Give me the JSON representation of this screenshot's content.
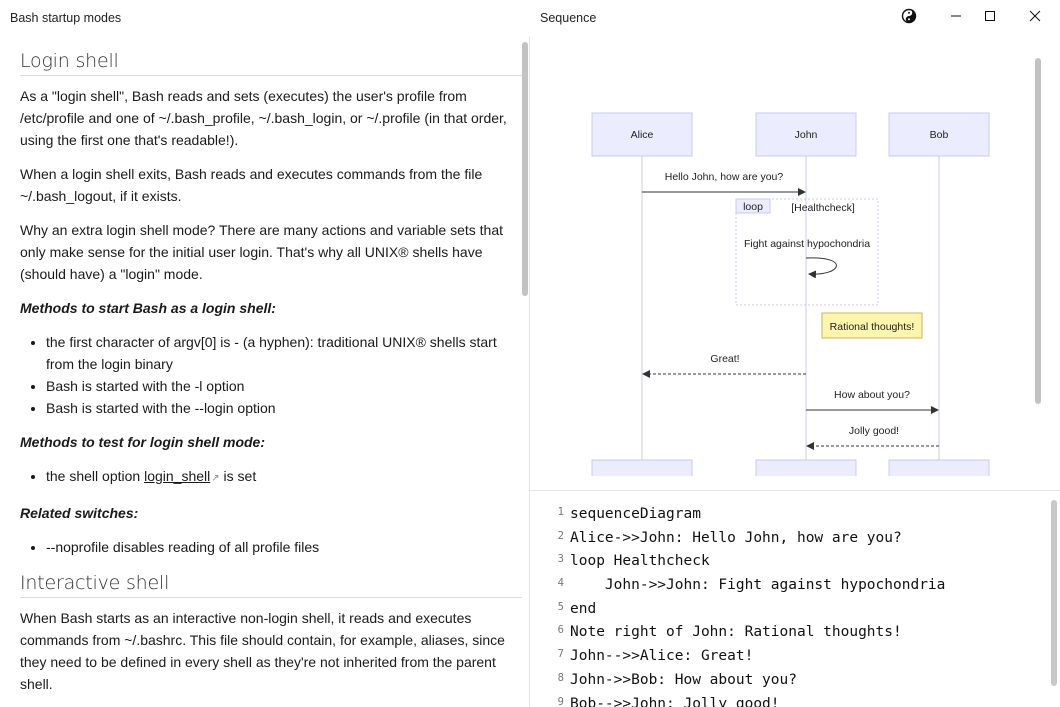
{
  "left_pane": {
    "title": "Bash startup modes",
    "sections": {
      "login": {
        "heading": "Login shell",
        "p1": "As a \"login shell\", Bash reads and sets (executes) the user's profile from /etc/profile and one of ~/.bash_profile, ~/.bash_login, or ~/.profile (in that order, using the first one that's readable!).",
        "p2": "When a login shell exits, Bash reads and executes commands from the file ~/.bash_logout, if it exists.",
        "p3": "Why an extra login shell mode? There are many actions and variable sets that only make sense for the initial user login. That's why all UNIX® shells have (should have) a \"login\" mode.",
        "methods_start_heading": "Methods to start Bash as a login shell:",
        "methods_start": [
          "the first character of argv[0] is - (a hyphen): traditional UNIX® shells start from the login binary",
          "Bash is started with the -l option",
          "Bash is started with the --login option"
        ],
        "methods_test_heading": "Methods to test for login shell mode:",
        "methods_test_prefix": "the shell option ",
        "methods_test_link": "login_shell",
        "methods_test_suffix": " is set",
        "related_heading": "Related switches:",
        "related": [
          "--noprofile disables reading of all profile files"
        ]
      },
      "interactive": {
        "heading": "Interactive shell",
        "p1": "When Bash starts as an interactive non-login shell, it reads and executes commands from ~/.bashrc. This file should contain, for example, aliases, since they need to be defined in every shell as they're not inherited from the parent shell."
      }
    }
  },
  "right_pane": {
    "title": "Sequence",
    "window_controls": {
      "theme_icon": "yin-yang-icon",
      "minimize": "minimize-icon",
      "maximize": "maximize-icon",
      "close": "close-icon"
    },
    "diagram": {
      "actors": [
        "Alice",
        "John",
        "Bob"
      ],
      "messages": {
        "m1": "Hello John, how are you?",
        "loop_keyword": "loop",
        "loop_label": "[Healthcheck]",
        "self": "Fight against hypochondria",
        "note": "Rational thoughts!",
        "m2": "Great!",
        "m3": "How about you?",
        "m4": "Jolly good!"
      },
      "colors": {
        "actor_fill": "#ececff",
        "actor_border": "#c9c9f5",
        "note_fill": "#fff5ad",
        "note_border": "#c7b55a"
      }
    },
    "code_lines": [
      {
        "n": "1",
        "text": "sequenceDiagram"
      },
      {
        "n": "2",
        "text": "Alice->>John: Hello John, how are you?"
      },
      {
        "n": "3",
        "text": "loop Healthcheck"
      },
      {
        "n": "4",
        "text": "    John->>John: Fight against hypochondria"
      },
      {
        "n": "5",
        "text": "end"
      },
      {
        "n": "6",
        "text": "Note right of John: Rational thoughts!"
      },
      {
        "n": "7",
        "text": "John-->>Alice: Great!"
      },
      {
        "n": "8",
        "text": "John->>Bob: How about you?"
      },
      {
        "n": "9",
        "text": "Bob-->>John: Jolly good!"
      }
    ]
  }
}
